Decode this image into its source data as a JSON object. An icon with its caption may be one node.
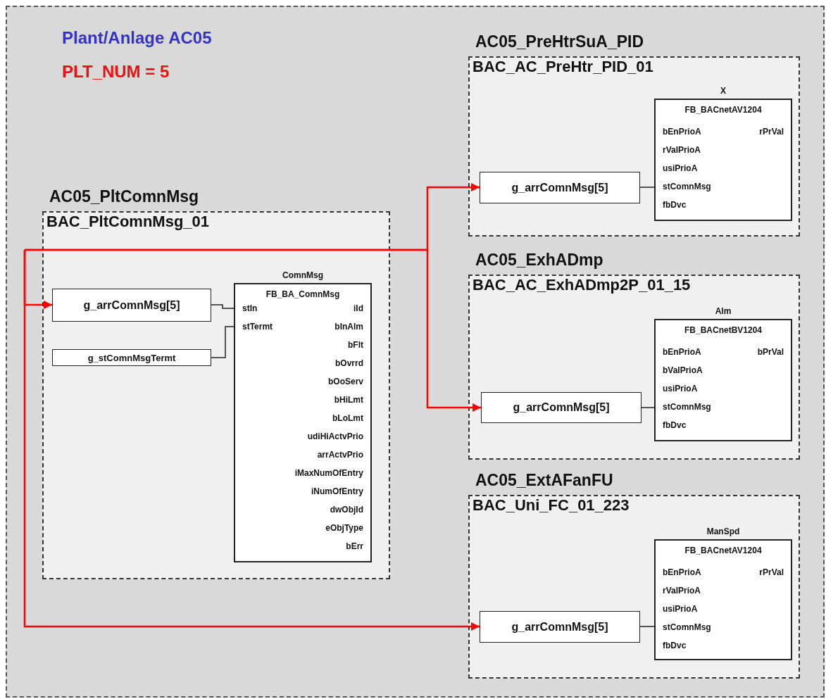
{
  "diagram": {
    "nodes": [
      {
        "text": [
          "Plant/Anlage AC05",
          "PLT_NUM = 5"
        ]
      },
      {
        "text": [
          "AC05_PltComnMsg",
          "BAC_PltComnMsg_01"
        ],
        "in": 0
      },
      {
        "text": [
          "g_arrComnMsg[5]"
        ],
        "in": 1
      },
      {
        "text": [
          "g_stComnMsgTermt"
        ],
        "in": 1
      },
      {
        "text": [
          "FB_BA_ComnMsg",
          "stIn",
          "stTermt",
          "iId",
          "bInAlm",
          "bFlt",
          "bOvrrd",
          "bOoServ",
          "bHiLmt",
          "bLoLmt",
          "udiHiActvPrio",
          "arrActvPrio",
          "iMaxNumOfEntry",
          "iNumOfEntry",
          "dwObjId",
          "eObjType",
          "bErr"
        ],
        "beside": [
          "ComnMsg"
        ],
        "in": 1
      },
      {
        "text": [
          "AC05_PreHtrSuA_PID",
          "BAC_AC_PreHtr_PID_01"
        ],
        "in": 0
      },
      {
        "text": [
          "g_arrComnMsg[5]"
        ],
        "in": 5
      },
      {
        "text": [
          "FB_BACnetAV1204",
          "bEnPrioA",
          "rValPrioA",
          "usiPrioA",
          "stComnMsg",
          "fbDvc",
          "rPrVal"
        ],
        "beside": [
          "X"
        ],
        "in": 5
      },
      {
        "text": [
          "AC05_ExhADmp",
          "BAC_AC_ExhADmp2P_01_15"
        ],
        "in": 0
      },
      {
        "text": [
          "g_arrComnMsg[5]"
        ],
        "in": 8
      },
      {
        "text": [
          "FB_BACnetBV1204",
          "bEnPrioA",
          "bValPrioA",
          "usiPrioA",
          "stComnMsg",
          "fbDvc",
          "bPrVal"
        ],
        "beside": [
          "Alm"
        ],
        "in": 8
      },
      {
        "text": [
          "AC05_ExtAFanFU",
          "BAC_Uni_FC_01_223"
        ],
        "in": 0
      },
      {
        "text": [
          "g_arrComnMsg[5]"
        ],
        "in": 11
      },
      {
        "text": [
          "FB_BACnetAV1204",
          "bEnPrioA",
          "rValPrioA",
          "usiPrioA",
          "stComnMsg",
          "fbDvc",
          "rPrVal"
        ],
        "beside": [
          "ManSpd"
        ],
        "in": 11
      }
    ],
    "edges": [
      {
        "from": 2,
        "to": 4,
        "arrow": "none"
      },
      {
        "from": 3,
        "to": 4,
        "arrow": "none"
      },
      {
        "from": 6,
        "to": 7,
        "arrow": "none"
      },
      {
        "from": 9,
        "to": 10,
        "arrow": "none"
      },
      {
        "from": 12,
        "to": 13,
        "arrow": "none"
      },
      {
        "from": null,
        "to": 2,
        "arrow": "to",
        "color": "#ff0000"
      },
      {
        "from": null,
        "to": 6,
        "arrow": "to",
        "color": "#ff0000"
      },
      {
        "from": null,
        "to": 9,
        "arrow": "to",
        "color": "#ff0000"
      },
      {
        "from": null,
        "to": 12,
        "arrow": "to",
        "color": "#ff0000"
      }
    ]
  }
}
